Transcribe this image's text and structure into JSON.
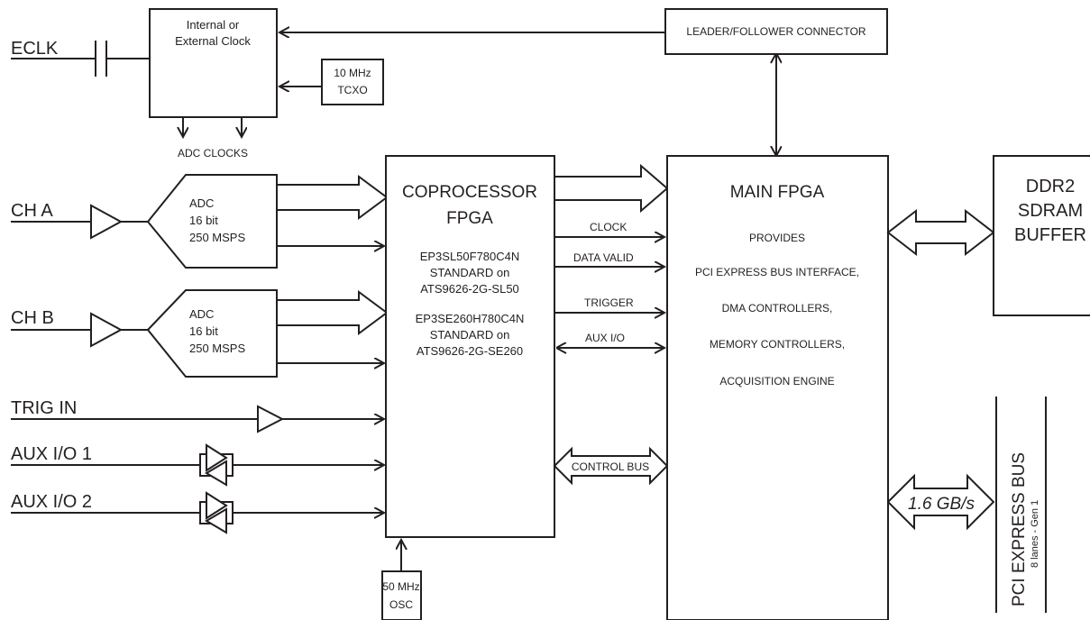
{
  "inputs": {
    "eclk": "ECLK",
    "ch_a": "CH A",
    "ch_b": "CH B",
    "trig_in": "TRIG IN",
    "aux_io_1": "AUX I/O 1",
    "aux_io_2": "AUX I/O 2"
  },
  "clock_block": {
    "line1": "Internal or",
    "line2": "External Clock"
  },
  "tcxo": {
    "line1": "10 MHz",
    "line2": "TCXO"
  },
  "adc_clocks": "ADC CLOCKS",
  "leader_follower": "LEADER/FOLLOWER CONNECTOR",
  "adc_a": {
    "line1": "ADC",
    "line2": "16 bit",
    "line3": "250 MSPS"
  },
  "adc_b": {
    "line1": "ADC",
    "line2": "16 bit",
    "line3": "250 MSPS"
  },
  "coprocessor": {
    "title1": "COPROCESSOR",
    "title2": "FPGA",
    "part1_line1": "EP3SL50F780C4N",
    "part1_line2": "STANDARD on",
    "part1_line3": "ATS9626-2G-SL50",
    "part2_line1": "EP3SE260H780C4N",
    "part2_line2": "STANDARD on",
    "part2_line3": "ATS9626-2G-SE260"
  },
  "osc": {
    "line1": "50 MHz",
    "line2": "OSC"
  },
  "links": {
    "clock": "CLOCK",
    "data_valid": "DATA VALID",
    "trigger": "TRIGGER",
    "aux_io": "AUX I/O",
    "control_bus": "CONTROL BUS"
  },
  "main_fpga": {
    "title": "MAIN FPGA",
    "provides": "PROVIDES",
    "f1": "PCI EXPRESS BUS INTERFACE,",
    "f2": "DMA CONTROLLERS,",
    "f3": "MEMORY CONTROLLERS,",
    "f4": "ACQUISITION ENGINE"
  },
  "ddr2": {
    "line1": "DDR2",
    "line2": "SDRAM",
    "line3": "BUFFER"
  },
  "pcie_rate": "1.6 GB/s",
  "pcie_bus": {
    "title": "PCI EXPRESS BUS",
    "sub": "8 lanes - Gen 1"
  }
}
